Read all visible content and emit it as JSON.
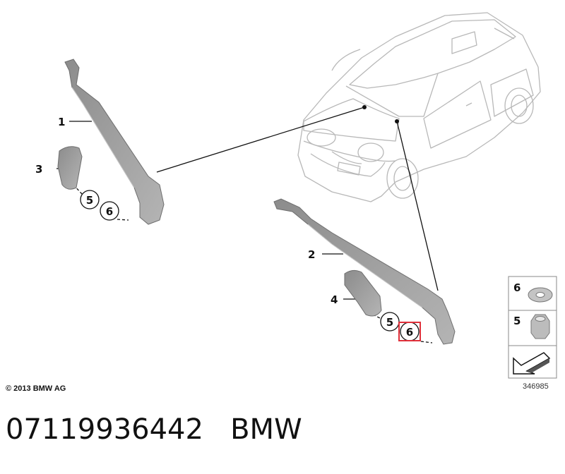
{
  "callouts": {
    "1": "1",
    "2": "2",
    "3": "3",
    "4": "4",
    "5a": "5",
    "6a": "6",
    "5b": "5",
    "6b": "6"
  },
  "legend": {
    "item_6": "6",
    "item_5": "5"
  },
  "copyright": "© 2013 BMW AG",
  "diagram_ref": "346985",
  "part_number": "07119936442",
  "brand": "BMW",
  "colors": {
    "part_fill": "#a3a3a3",
    "car_line": "#b8b8b8",
    "highlight": "#e0303a"
  }
}
